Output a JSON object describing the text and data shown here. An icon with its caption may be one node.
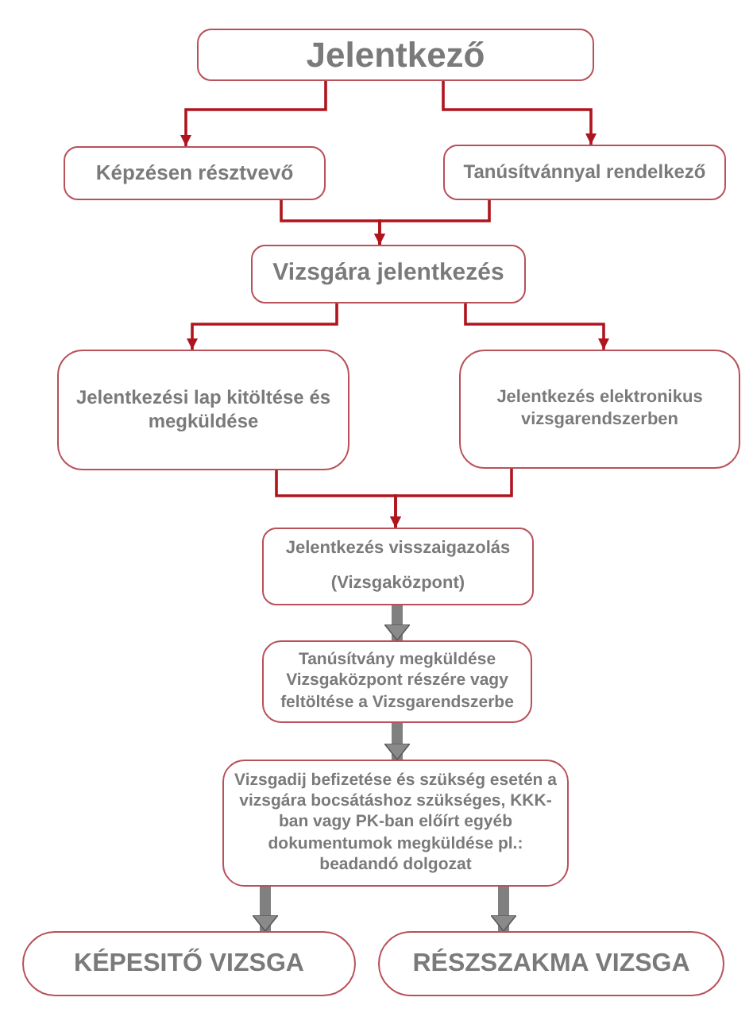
{
  "diagram": {
    "nodes": [
      {
        "text": [
          "Jelentkező"
        ]
      },
      {
        "text": [
          "Képzésen résztvevő"
        ]
      },
      {
        "text": [
          "Tanúsítvánnyal rendelkező"
        ]
      },
      {
        "text": [
          "Vizsgára jelentkezés"
        ]
      },
      {
        "text": [
          "Jelentkezési lap kitöltése és megküldése"
        ]
      },
      {
        "text": [
          "Jelentkezés elektronikus vizsgarendszerben"
        ]
      },
      {
        "text": [
          "Jelentkezés visszaigazolás",
          "(Vizsgaközpont)"
        ]
      },
      {
        "text": [
          "Tanúsítvány megküldése Vizsgaközpont részére vagy feltöltése a Vizsgarendszerbe"
        ]
      },
      {
        "text": [
          "Vizsgadij befizetése és szükség esetén a vizsgára bocsátáshoz szükséges, KKK-ban vagy PK-ban előírt egyéb dokumentumok megküldése pl.: beadandó dolgozat"
        ]
      },
      {
        "text": [
          "KÉPESITŐ VIZSGA"
        ]
      },
      {
        "text": [
          "RÉSZSZAKMA VIZSGA"
        ]
      }
    ],
    "edges": [
      {
        "from": 0,
        "to": 1,
        "arrow": "to"
      },
      {
        "from": 0,
        "to": 2,
        "arrow": "to"
      },
      {
        "from": 1,
        "to": 3,
        "arrow": "to"
      },
      {
        "from": 2,
        "to": 3,
        "arrow": "to"
      },
      {
        "from": 3,
        "to": 4,
        "arrow": "to"
      },
      {
        "from": 3,
        "to": 5,
        "arrow": "to"
      },
      {
        "from": 4,
        "to": 6,
        "arrow": "to"
      },
      {
        "from": 5,
        "to": 6,
        "arrow": "to"
      },
      {
        "from": 6,
        "to": 7,
        "arrow": "to",
        "style": "thick",
        "color": "#808080"
      },
      {
        "from": 7,
        "to": 8,
        "arrow": "to",
        "style": "thick",
        "color": "#808080"
      },
      {
        "from": 8,
        "to": 9,
        "arrow": "to",
        "style": "thick",
        "color": "#808080"
      },
      {
        "from": 8,
        "to": 10,
        "arrow": "to",
        "style": "thick",
        "color": "#808080"
      }
    ]
  }
}
